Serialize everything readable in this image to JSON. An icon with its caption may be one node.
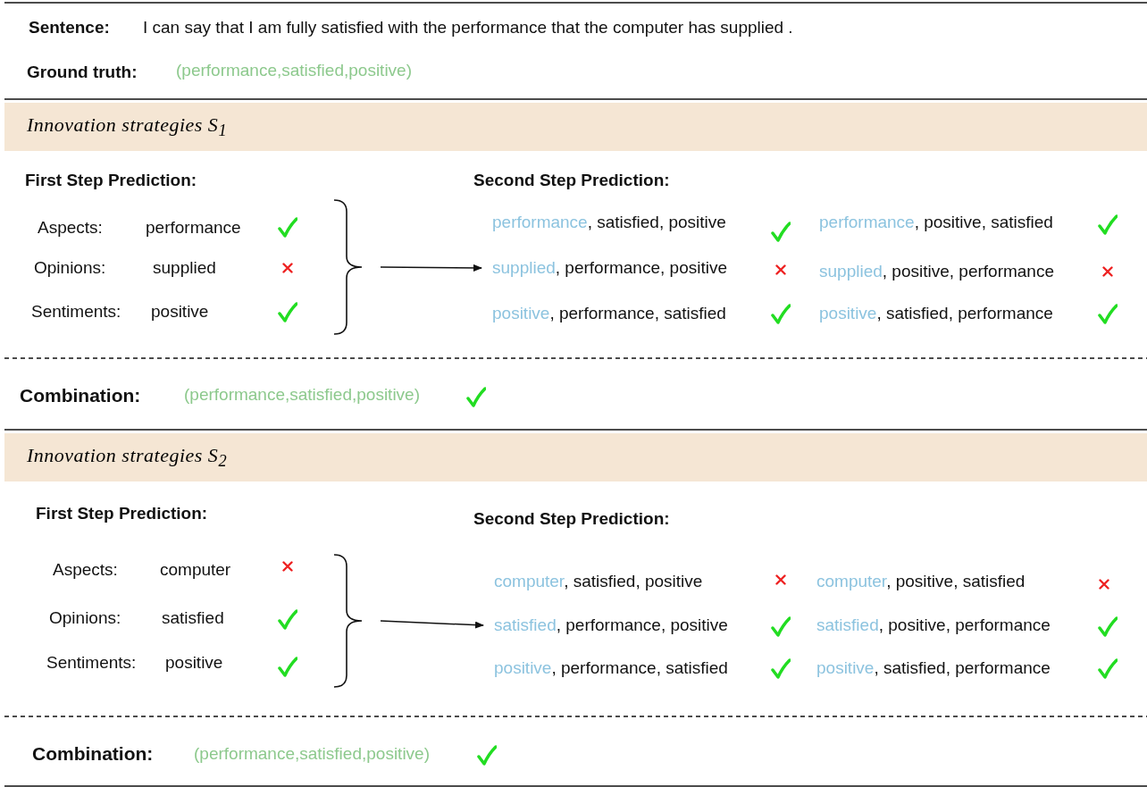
{
  "diagram": {
    "nodes": [
      {
        "text": [
          "Innovation strategies S$_{1}$"
        ]
      },
      {
        "text": [],
        "shape": "brace"
      },
      {
        "text": [
          "supplied, performance, positive"
        ]
      },
      {
        "text": [
          "Innovation strategies S$_{2}$"
        ]
      },
      {
        "text": [],
        "shape": "brace"
      },
      {
        "text": [
          "satisfied, performance, positive"
        ]
      }
    ],
    "edges": [
      {
        "from": 1,
        "to": 2,
        "arrow": "to"
      },
      {
        "from": 4,
        "to": 5,
        "arrow": "to"
      }
    ],
    "labels": [
      "Sentence:",
      "I can say that I am fully satisfied with the performance that the computer has supplied .",
      "Ground truth:",
      "(performance,satisfied,positive)",
      "First Step Prediction:",
      "Second Step Prediction:",
      "Aspects:",
      "performance",
      "Opinions:",
      "supplied",
      "Sentiments:",
      "positive",
      "performance, satisfied, positive",
      "performance, positive, satisfied",
      "supplied, positive, performance",
      "positive, performance, satisfied",
      "positive, satisfied, performance",
      "Combination:",
      "(performance,satisfied,positive)",
      "First Step Prediction:",
      "Second Step Prediction:",
      "Aspects:",
      "computer",
      "Opinions:",
      "satisfied",
      "Sentiments:",
      "positive",
      "computer, satisfied, positive",
      "computer, positive, satisfied",
      "satisfied, positive, performance",
      "positive, performance, satisfied",
      "positive, satisfied, performance",
      "Combination:",
      "(performance,satisfied,positive)"
    ]
  }
}
